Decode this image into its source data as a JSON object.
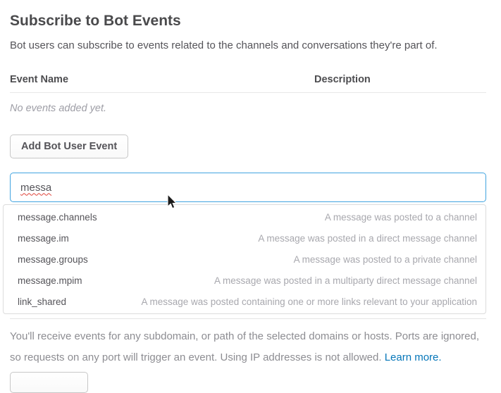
{
  "page": {
    "title": "Subscribe to Bot Events",
    "subtitle": "Bot users can subscribe to events related to the channels and conversations they're part of."
  },
  "events_table": {
    "columns": [
      "Event Name",
      "Description"
    ],
    "empty_message": "No events added yet."
  },
  "add_event_button": {
    "label": "Add Bot User Event"
  },
  "event_search": {
    "value": "messa",
    "suggestions": [
      {
        "name": "message.channels",
        "description": "A message was posted to a channel"
      },
      {
        "name": "message.im",
        "description": "A message was posted in a direct message channel"
      },
      {
        "name": "message.groups",
        "description": "A message was posted to a private channel"
      },
      {
        "name": "message.mpim",
        "description": "A message was posted in a multiparty direct message channel"
      },
      {
        "name": "link_shared",
        "description": "A message was posted containing one or more links relevant to your application"
      }
    ]
  },
  "footer": {
    "note": "You'll receive events for any subdomain, or path of the selected domains or hosts. Ports are ignored, so requests on any port will trigger an event. Using IP addresses is not allowed. ",
    "learn_more_label": "Learn more."
  },
  "colors": {
    "accent_blue": "#41a4e0",
    "link_blue": "#0576b9",
    "text_dark": "#555459",
    "text_muted": "#9e9ea6",
    "spellcheck_red": "#e0443a"
  }
}
